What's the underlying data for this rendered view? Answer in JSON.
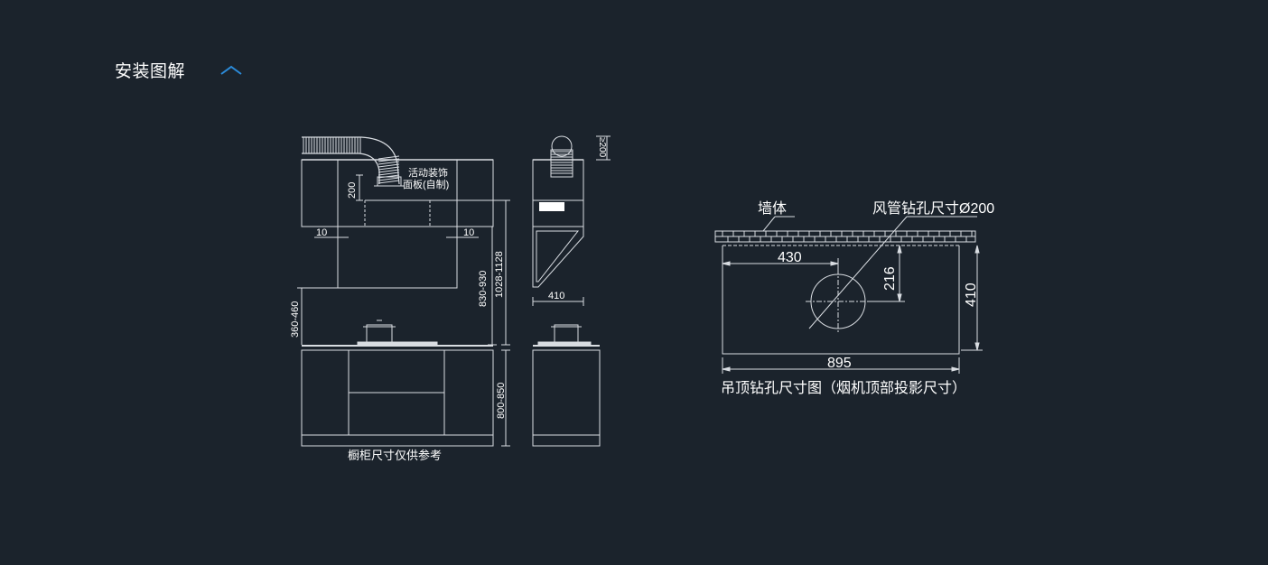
{
  "header": {
    "title": "安装图解",
    "toggle_icon": "chevron-up-icon",
    "accent_color": "#2b8ad8"
  },
  "left_drawing": {
    "panel_label_line1": "活动装饰",
    "panel_label_line2": "面板(自制)",
    "dim_200": "200",
    "dim_10_left": "10",
    "dim_10_right": "10",
    "dim_830_930": "830-930",
    "dim_1028_1128": "1028-1128",
    "dim_360_460": "360-460",
    "dim_800_850": "800-850",
    "caption": "橱柜尺寸仅供参考"
  },
  "side_drawing": {
    "dim_ge200": "≥200",
    "dim_410": "410"
  },
  "ceiling_drawing": {
    "wall_label": "墙体",
    "hole_label": "风管钻孔尺寸Ø200",
    "dim_430": "430",
    "dim_216": "216",
    "dim_410": "410",
    "dim_895": "895",
    "caption": "吊顶钻孔尺寸图（烟机顶部投影尺寸）"
  },
  "colors": {
    "background": "#1b232c",
    "line": "#d9dde2",
    "text": "#ffffff"
  }
}
